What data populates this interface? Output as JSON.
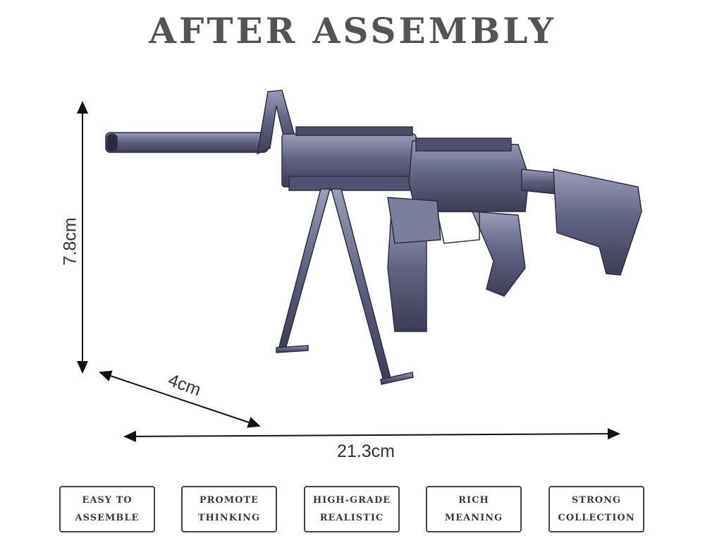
{
  "title": "AFTER ASSEMBLY",
  "dimensions": {
    "height": "7.8cm",
    "depth": "4cm",
    "length": "21.3cm"
  },
  "product": {
    "icon": "assault-rifle-model",
    "color": "#6b6d8c"
  },
  "features": [
    {
      "line1": "EASY TO",
      "line2": "ASSEMBLE"
    },
    {
      "line1": "PROMOTE",
      "line2": "THINKING"
    },
    {
      "line1": "HIGH-GRADE",
      "line2": "REALISTIC"
    },
    {
      "line1": "RICH",
      "line2": "MEANING"
    },
    {
      "line1": "STRONG",
      "line2": "COLLECTION"
    }
  ]
}
